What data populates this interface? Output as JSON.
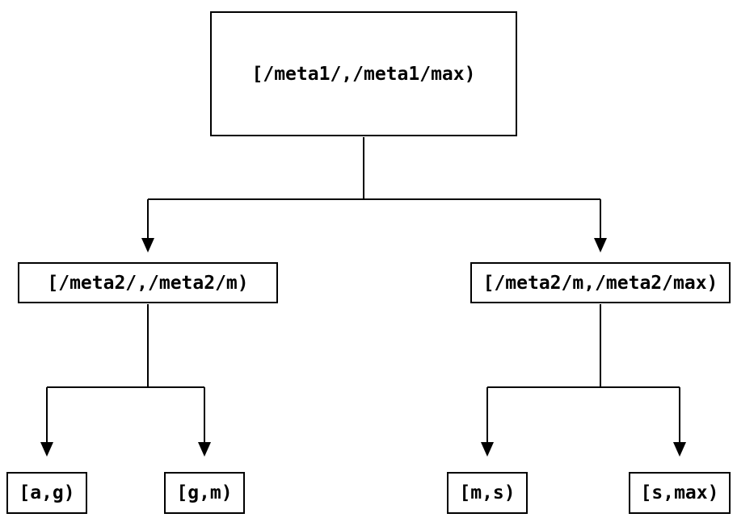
{
  "diagram": {
    "colors": {
      "background": "#ffffff",
      "line": "#000000",
      "node_border": "#000000",
      "text": "#000000"
    },
    "nodes": {
      "root": {
        "label": "[/meta1/,/meta1/max)"
      },
      "meta2_left": {
        "label": "[/meta2/,/meta2/m)"
      },
      "meta2_right": {
        "label": "[/meta2/m,/meta2/max)"
      },
      "leaf_ag": {
        "label": "[a,g)"
      },
      "leaf_gm": {
        "label": "[g,m)"
      },
      "leaf_ms": {
        "label": "[m,s)"
      },
      "leaf_smax": {
        "label": "[s,max)"
      }
    },
    "edges": [
      {
        "from": "root",
        "to": "meta2_left"
      },
      {
        "from": "root",
        "to": "meta2_right"
      },
      {
        "from": "meta2_left",
        "to": "leaf_ag"
      },
      {
        "from": "meta2_left",
        "to": "leaf_gm"
      },
      {
        "from": "meta2_right",
        "to": "leaf_ms"
      },
      {
        "from": "meta2_right",
        "to": "leaf_smax"
      }
    ]
  }
}
